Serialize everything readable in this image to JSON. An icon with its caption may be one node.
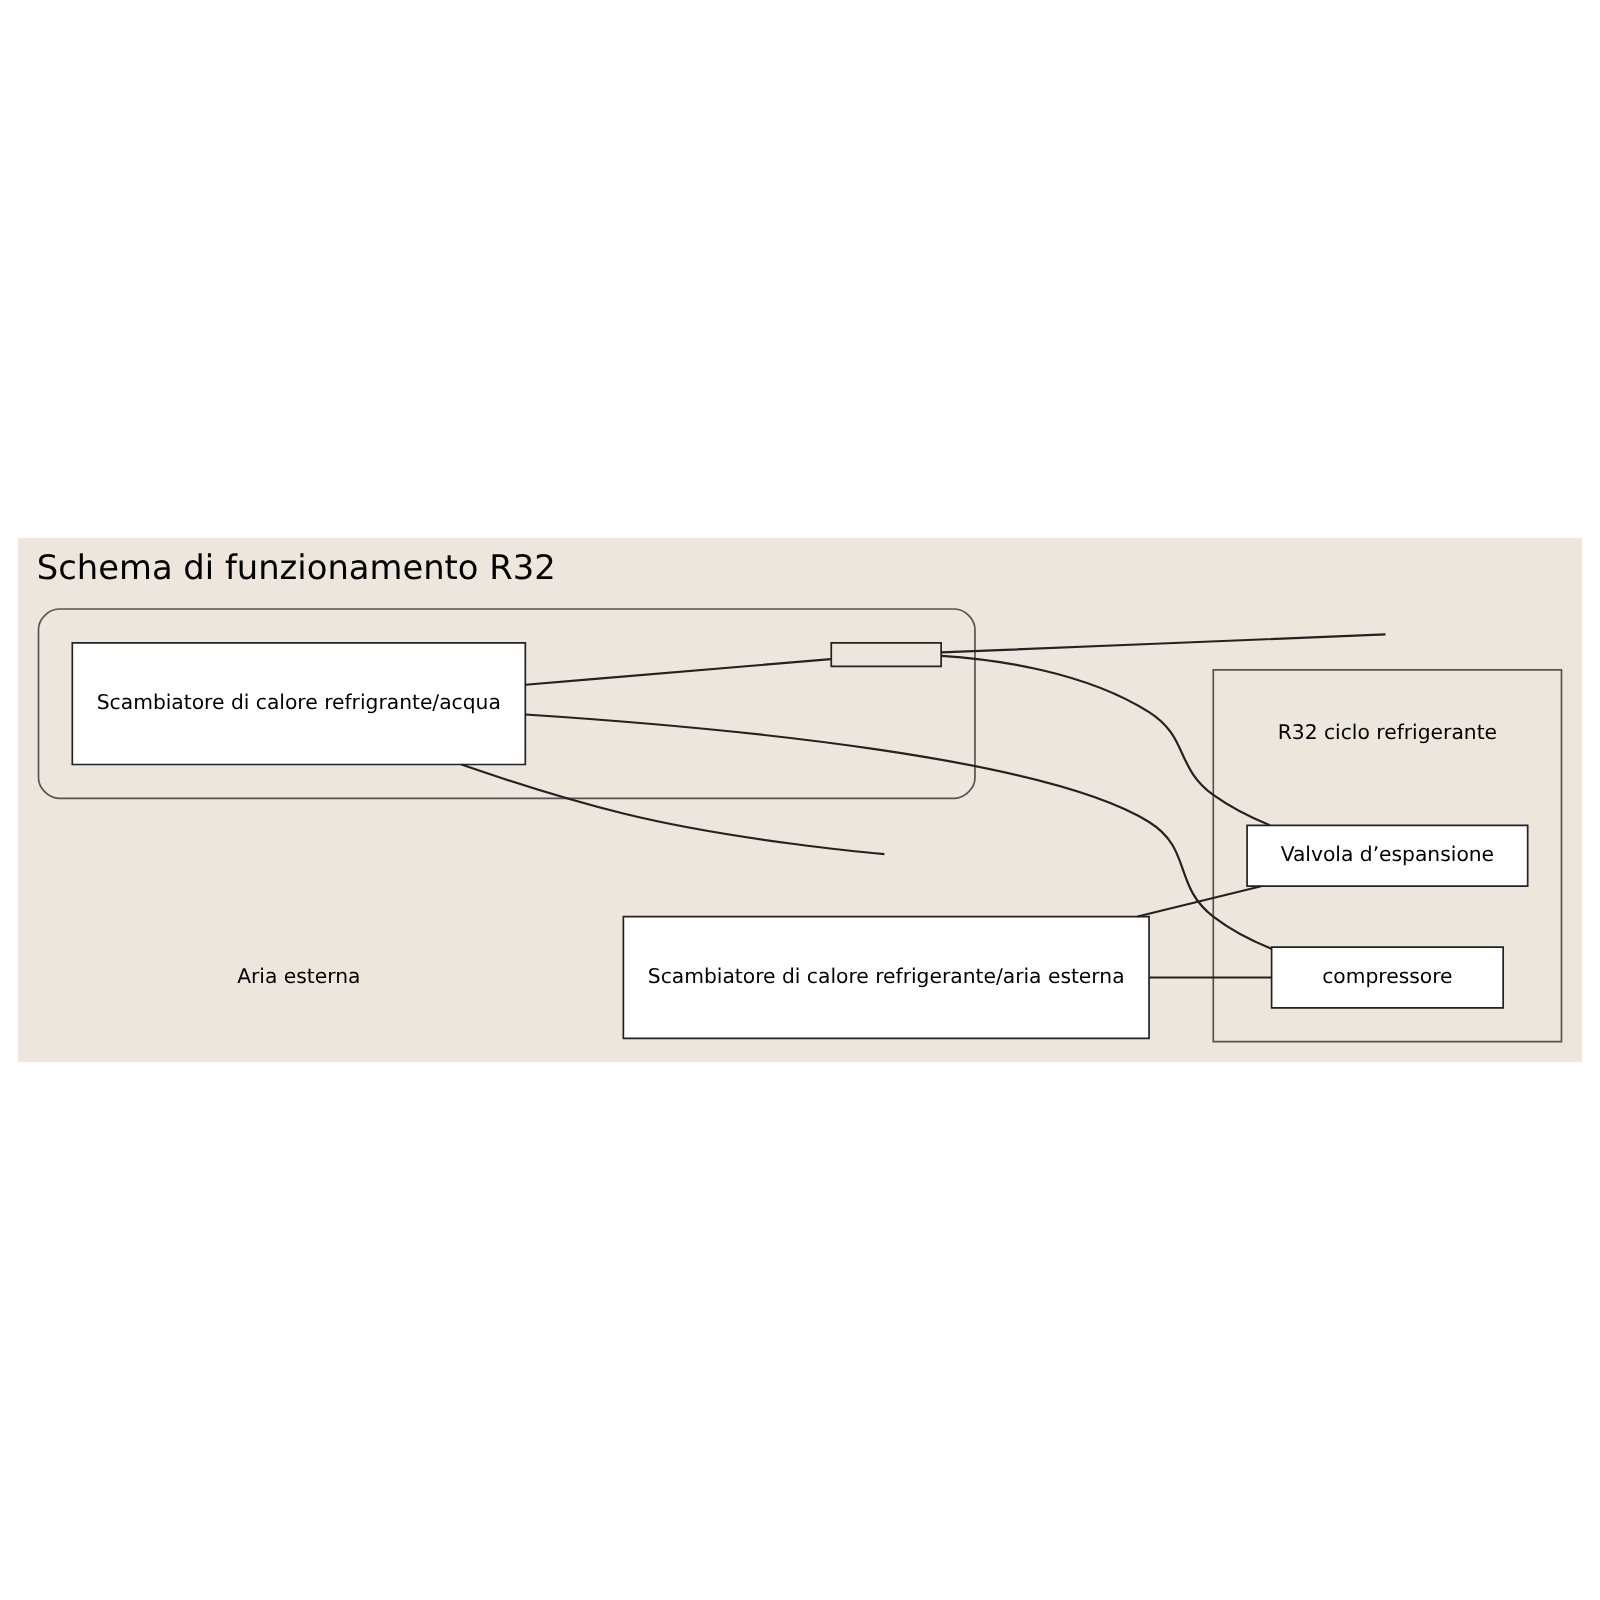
{
  "diagram": {
    "title": "Schema di funzionamento R32",
    "nodes": [
      {
        "text": [],
        "shape": "box"
      },
      {
        "text": [
          "compressore"
        ],
        "in": 0
      },
      {
        "text": [
          "Scambiatore di calore refrigerante/aria esterna"
        ]
      },
      {
        "text": [
          "Valvola d’espansione"
        ],
        "in": 0
      },
      {
        "text": [],
        "shape": "cylinder"
      },
      {
        "text": [
          "Scambiatore di calore refrigrante/acqua"
        ],
        "in": 4
      },
      {
        "text": [],
        "shape": "box",
        "in": 4
      }
    ],
    "edges": [
      {
        "from": 2,
        "to": 1,
        "arrow": "none"
      },
      {
        "from": 1,
        "to": 5,
        "arrow": "none"
      },
      {
        "from": 5,
        "to": 6,
        "arrow": "none"
      },
      {
        "from": 6,
        "to": 3,
        "arrow": "none"
      },
      {
        "from": 3,
        "to": 2,
        "arrow": "none"
      },
      {
        "from": 5,
        "to": null,
        "arrow": "none"
      },
      {
        "from": 6,
        "to": null,
        "arrow": "none"
      }
    ],
    "labels": [
      "Aria esterna",
      "R32 ciclo refrigerante"
    ]
  }
}
